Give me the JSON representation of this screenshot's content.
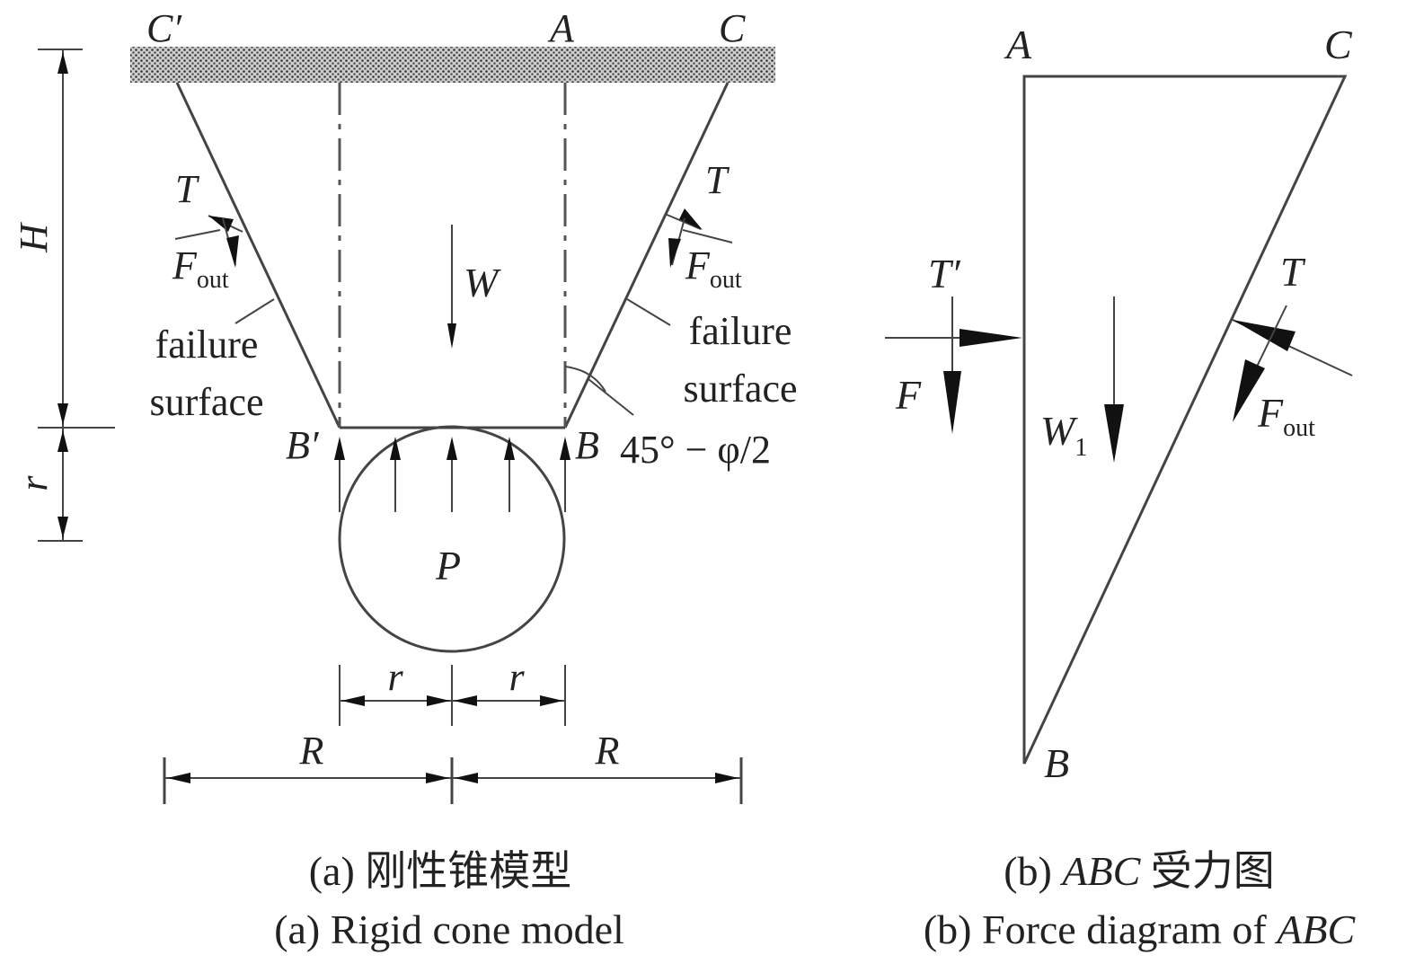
{
  "figure_a": {
    "point_labels": {
      "c_prime": "C′",
      "a": "A",
      "c": "C",
      "b_prime": "B′",
      "b": "B"
    },
    "force_labels": {
      "t_left": "T",
      "t_right": "T",
      "f_out_main": "F",
      "f_out_sub": "out",
      "w": "W",
      "p": "P"
    },
    "surface_left": [
      "failure",
      "surface"
    ],
    "surface_right": [
      "failure",
      "surface"
    ],
    "angle_label": "45° − φ/2",
    "dimension_labels": {
      "h": "H",
      "r_vertical": "r",
      "r_left": "r",
      "r_right": "r",
      "big_r_left": "R",
      "big_r_right": "R"
    },
    "caption_cn": "(a) 刚性锥模型",
    "caption_en": "(a) Rigid cone model"
  },
  "figure_b": {
    "point_labels": {
      "a": "A",
      "c": "C",
      "b": "B"
    },
    "force_labels": {
      "t_prime": "T′",
      "f": "F",
      "w1_main": "W",
      "w1_sub": "1",
      "t": "T",
      "f_out_main": "F",
      "f_out_sub": "out"
    },
    "caption_cn_prefix": "(b) ",
    "caption_cn_italic": "ABC",
    "caption_cn_suffix": " 受力图",
    "caption_en_prefix": "(b) Force diagram of ",
    "caption_en_italic": "ABC"
  }
}
